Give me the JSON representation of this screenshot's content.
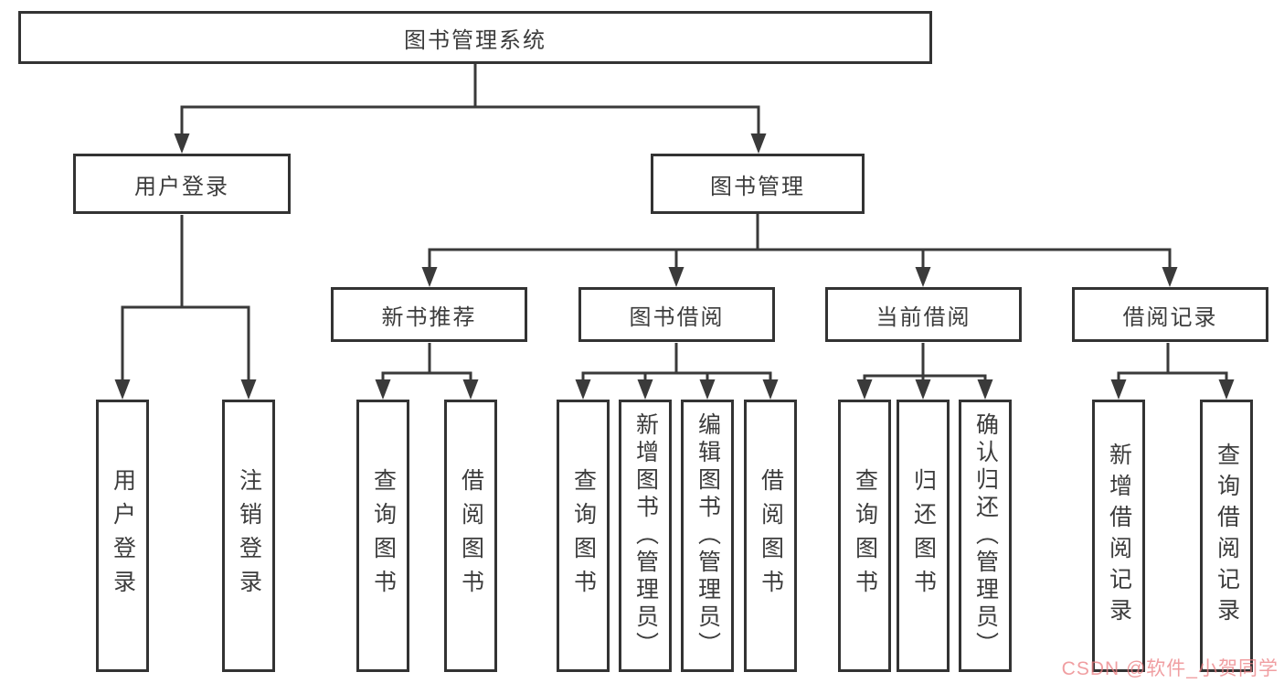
{
  "colors": {
    "line": "#3a3a3a",
    "box_border": "#333333",
    "box_fill": "#ffffff",
    "text": "#3c3c3c",
    "watermark": "rgba(235,125,130,0.75)"
  },
  "watermark": {
    "text": "CSDN @软件_小贺同学"
  },
  "tree": {
    "root": {
      "label": "图书管理系统"
    },
    "branches": [
      {
        "label": "用户登录",
        "leaves": [
          {
            "label": "用户登录"
          },
          {
            "label": "注销登录"
          }
        ]
      },
      {
        "label": "图书管理",
        "groups": [
          {
            "label": "新书推荐",
            "leaves": [
              {
                "label": "查询图书"
              },
              {
                "label": "借阅图书"
              }
            ]
          },
          {
            "label": "图书借阅",
            "leaves": [
              {
                "label": "查询图书"
              },
              {
                "label": "新增图书（管理员）"
              },
              {
                "label": "编辑图书（管理员）"
              },
              {
                "label": "借阅图书"
              }
            ]
          },
          {
            "label": "当前借阅",
            "leaves": [
              {
                "label": "查询图书"
              },
              {
                "label": "归还图书"
              },
              {
                "label": "确认归还（管理员）"
              }
            ]
          },
          {
            "label": "借阅记录",
            "leaves": [
              {
                "label": "新增借阅记录"
              },
              {
                "label": "查询借阅记录"
              }
            ]
          }
        ]
      }
    ]
  }
}
